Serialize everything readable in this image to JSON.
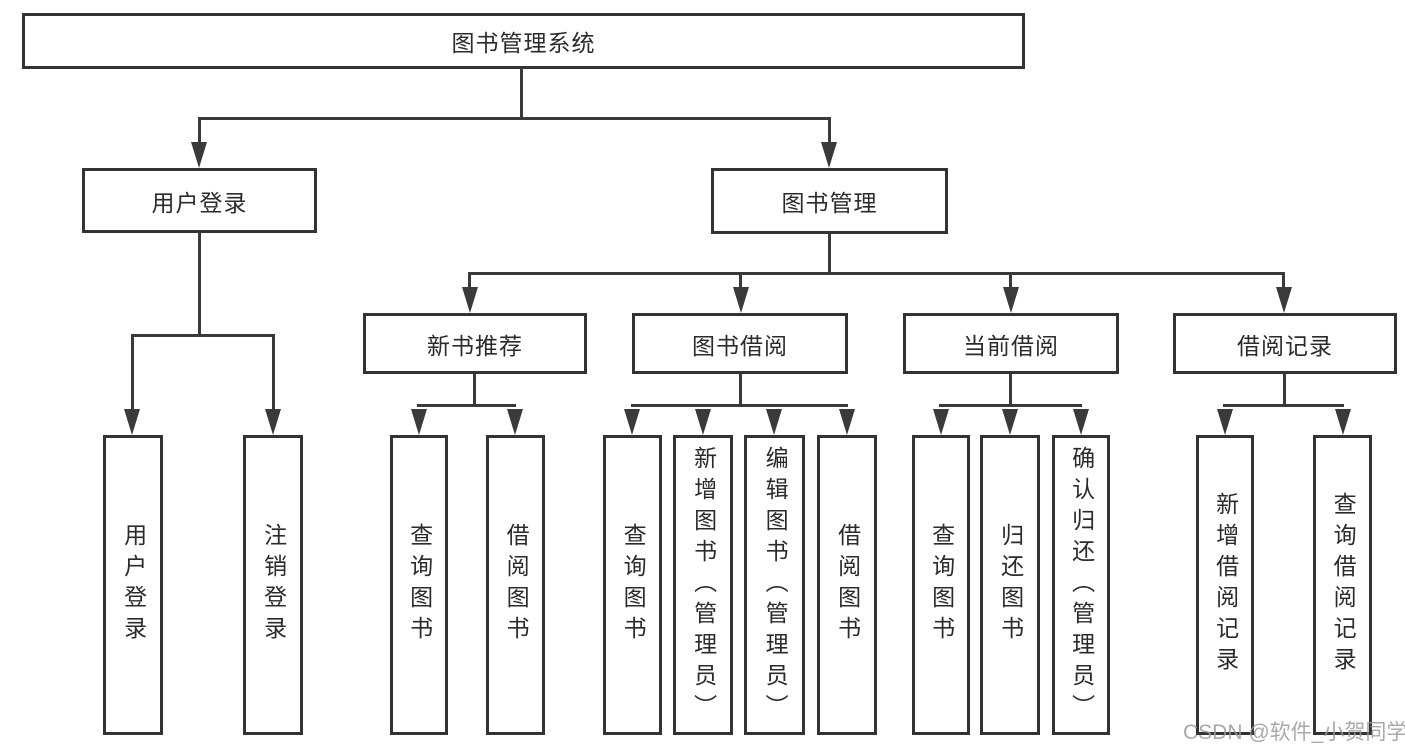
{
  "diagram": {
    "title_node": "图书管理系统",
    "tree": {
      "label": "图书管理系统",
      "children": [
        {
          "label": "用户登录",
          "children": [
            {
              "label": "用户登录"
            },
            {
              "label": "注销登录"
            }
          ]
        },
        {
          "label": "图书管理",
          "children": [
            {
              "label": "新书推荐",
              "children": [
                {
                  "label": "查询图书"
                },
                {
                  "label": "借阅图书"
                }
              ]
            },
            {
              "label": "图书借阅",
              "children": [
                {
                  "label": "查询图书"
                },
                {
                  "label": "新增图书（管理员）"
                },
                {
                  "label": "编辑图书（管理员）"
                },
                {
                  "label": "借阅图书"
                }
              ]
            },
            {
              "label": "当前借阅",
              "children": [
                {
                  "label": "查询图书"
                },
                {
                  "label": "归还图书"
                },
                {
                  "label": "确认归还（管理员）"
                }
              ]
            },
            {
              "label": "借阅记录",
              "children": [
                {
                  "label": "新增借阅记录"
                },
                {
                  "label": "查询借阅记录"
                }
              ]
            }
          ]
        }
      ]
    },
    "colors": {
      "border": "#333333",
      "line": "#3a3a3a",
      "text": "#2b2b2b",
      "background": "#ffffff",
      "watermark_color": "#9b9b9b"
    }
  },
  "watermark": {
    "text": "CSDN @软件_小贺同学"
  }
}
